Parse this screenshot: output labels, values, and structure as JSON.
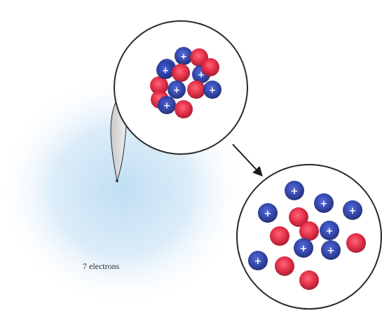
{
  "electron_cloud": {
    "label": "7 electrons",
    "color": "#bcdcf2"
  },
  "colors": {
    "proton": "#2b3fa8",
    "neutron": "#e0243e",
    "outline": "#2a2a2a",
    "lens_fill": "#ffffff",
    "pointer_shade": "#d9d9d9"
  },
  "nucleus_zoom": {
    "protons": 7,
    "neutrons": 7,
    "proton_symbol": "+",
    "particles": [
      {
        "type": "neutron"
      },
      {
        "type": "proton"
      },
      {
        "type": "proton"
      },
      {
        "type": "neutron"
      },
      {
        "type": "proton"
      },
      {
        "type": "neutron"
      },
      {
        "type": "proton"
      },
      {
        "type": "neutron"
      },
      {
        "type": "neutron"
      },
      {
        "type": "proton"
      },
      {
        "type": "neutron"
      },
      {
        "type": "proton"
      },
      {
        "type": "proton"
      },
      {
        "type": "neutron"
      }
    ]
  },
  "separated_view": {
    "particles": [
      {
        "type": "proton"
      },
      {
        "type": "proton"
      },
      {
        "type": "proton"
      },
      {
        "type": "neutron"
      },
      {
        "type": "proton"
      },
      {
        "type": "neutron"
      },
      {
        "type": "neutron"
      },
      {
        "type": "proton"
      },
      {
        "type": "neutron"
      },
      {
        "type": "proton"
      },
      {
        "type": "proton"
      },
      {
        "type": "neutron"
      },
      {
        "type": "proton"
      },
      {
        "type": "neutron"
      }
    ],
    "proton_symbol": "+"
  }
}
